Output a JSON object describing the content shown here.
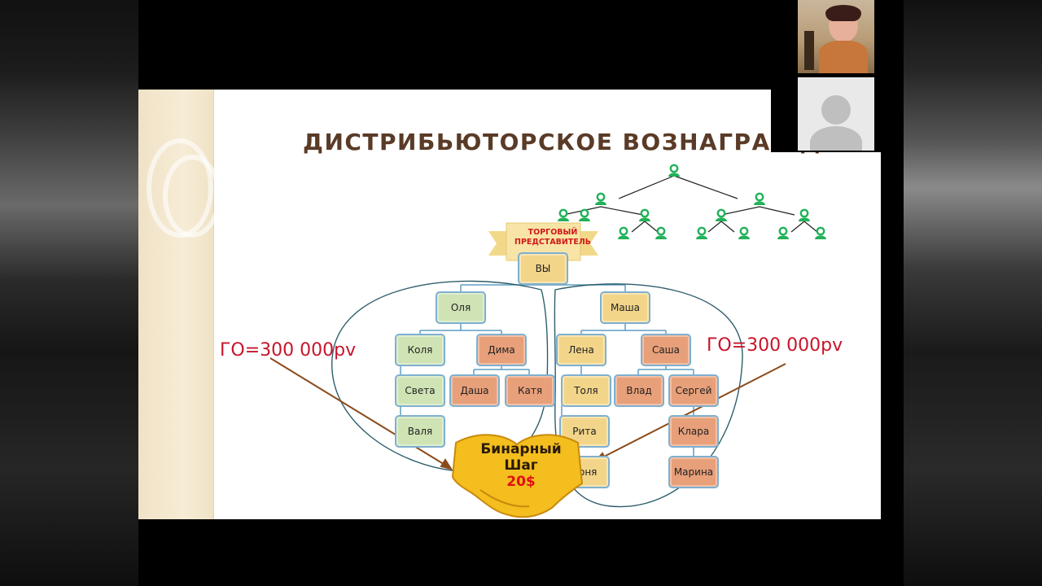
{
  "slide": {
    "title": "ДИСТРИБЬЮТОРСКОЕ ВОЗНАГРАЖДЕ",
    "banner_text": "ТОРГОВЫЙ ПРЕДСТАВИТЕЛЬ",
    "root_label": "ВЫ",
    "left_team": [
      "Оля",
      "Коля",
      "Дима",
      "Света",
      "Даша",
      "Катя",
      "Валя"
    ],
    "right_team": [
      "Маша",
      "Лена",
      "Саша",
      "Толя",
      "Влад",
      "Сергей",
      "Рита",
      "Клара",
      "Соня",
      "Марина"
    ],
    "go_left": "ГО=300 000pv",
    "go_right": "ГО=300 000pv",
    "binary_label_line1": "Бинарный",
    "binary_label_line2": "Шаг",
    "binary_amount": "20$"
  },
  "colors": {
    "accent_green": "#22b25a",
    "node_green": "#cfe3b5",
    "node_orange": "#e8a07a",
    "node_yellow": "#f3d58a",
    "go_red": "#c8142b",
    "title_brown": "#5a3b27"
  },
  "icons": [
    "person-icon",
    "handshake-icon",
    "ribbon-banner-icon",
    "avatar-placeholder-icon"
  ]
}
